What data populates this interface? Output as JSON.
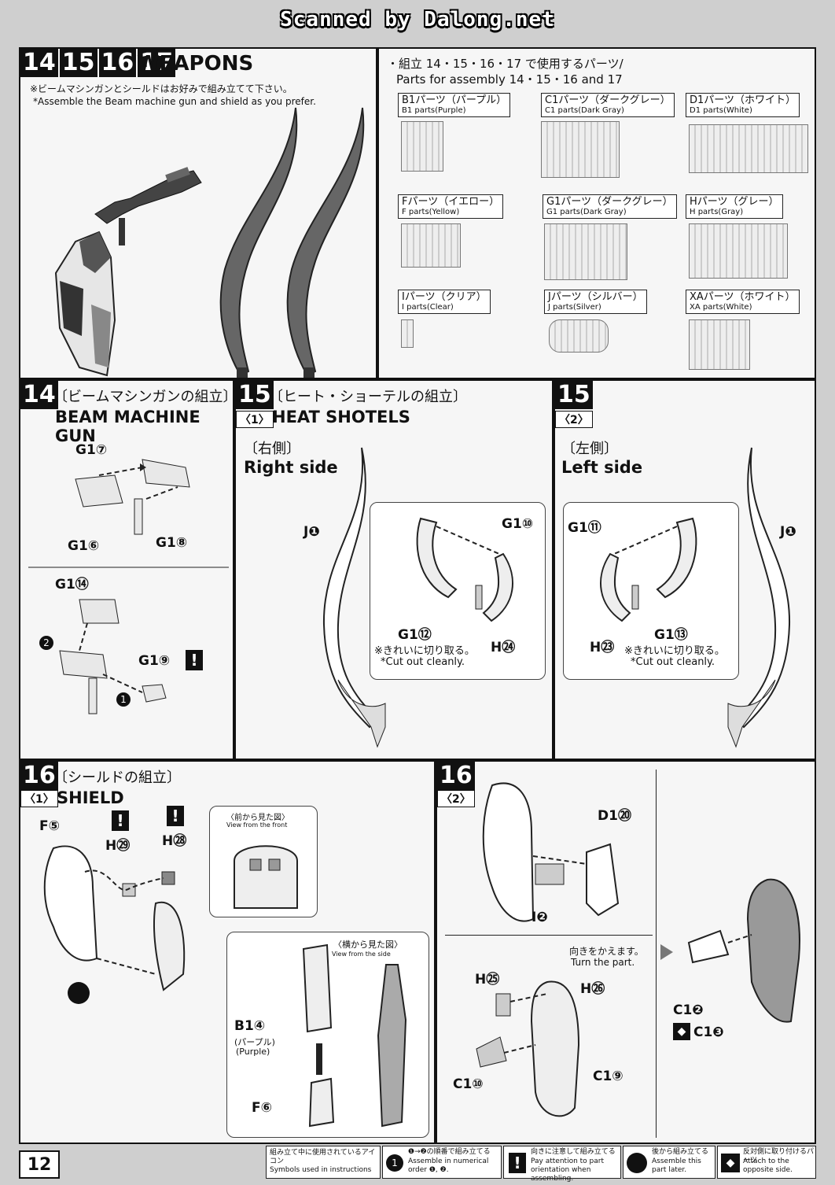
{
  "watermark": "Scanned by Dalong.net",
  "weapons_header": {
    "steps": [
      "14",
      "15",
      "16",
      "17"
    ],
    "title": "WEAPONS",
    "note_jp": "※ビームマシンガンとシールドはお好みで組み立てて下さい。",
    "note_en": "*Assemble the Beam machine gun and shield as you prefer."
  },
  "parts_header": {
    "line1": "・組立 14・15・16・17 で使用するパーツ/",
    "line2": "Parts for assembly 14・15・16 and 17"
  },
  "parts": [
    {
      "jp": "B1パーツ（パープル）",
      "en": "B1 parts(Purple)"
    },
    {
      "jp": "C1パーツ（ダークグレー）",
      "en": "C1 parts(Dark Gray)"
    },
    {
      "jp": "D1パーツ（ホワイト）",
      "en": "D1 parts(White)"
    },
    {
      "jp": "Fパーツ（イエロー）",
      "en": "F parts(Yellow)"
    },
    {
      "jp": "G1パーツ（ダークグレー）",
      "en": "G1 parts(Dark Gray)"
    },
    {
      "jp": "Hパーツ（グレー）",
      "en": "H parts(Gray)"
    },
    {
      "jp": "Iパーツ（クリア）",
      "en": "I parts(Clear)"
    },
    {
      "jp": "Jパーツ（シルバー）",
      "en": "J parts(Silver)"
    },
    {
      "jp": "XAパーツ（ホワイト）",
      "en": "XA parts(White)"
    }
  ],
  "step14": {
    "num": "14",
    "jp": "〔ビームマシンガンの組立〕",
    "en": "BEAM MACHINE GUN",
    "labels": {
      "g1_7": "G1⑦",
      "g1_6": "G1⑥",
      "g1_8": "G1⑧",
      "g1_14": "G1⑭",
      "g1_9": "G1⑨"
    }
  },
  "step15_1": {
    "num": "15",
    "sub": "〈1〉",
    "jp": "〔ヒート・ショーテルの組立〕",
    "en": "HEAT SHOTELS",
    "side_jp": "〔右側〕",
    "side_en": "Right side",
    "labels": {
      "j1": "J❶",
      "g1_10": "G1⑩",
      "g1_12": "G1⑫",
      "h24": "H㉔"
    },
    "cut_jp": "※きれいに切り取る。",
    "cut_en": "*Cut out cleanly."
  },
  "step15_2": {
    "num": "15",
    "sub": "〈2〉",
    "side_jp": "〔左側〕",
    "side_en": "Left side",
    "labels": {
      "j1": "J❶",
      "g1_11": "G1⑪",
      "g1_13": "G1⑬",
      "h23": "H㉓"
    },
    "cut_jp": "※きれいに切り取る。",
    "cut_en": "*Cut out cleanly."
  },
  "step16_1": {
    "num": "16",
    "sub": "〈1〉",
    "jp": "〔シールドの組立〕",
    "en": "SHIELD",
    "labels": {
      "f5": "F⑤",
      "h29": "H㉙",
      "h28": "H㉘",
      "b1_4": "B1④",
      "purple": "(パープル)",
      "purple_en": "(Purple)",
      "f6": "F⑥"
    },
    "front_view_jp": "〈前から見た図〉",
    "front_view_en": "View from the front",
    "side_view_jp": "〈横から見た図〉",
    "side_view_en": "View from the side"
  },
  "step16_2": {
    "num": "16",
    "sub": "〈2〉",
    "labels": {
      "d1_20": "D1⑳",
      "i2": "I❷",
      "h25": "H㉕",
      "h26": "H㉖",
      "c1_10": "C1⑩",
      "c1_9": "C1⑨",
      "c1_2": "C1❷",
      "c1_3": "C1❸"
    },
    "turn_jp": "向きをかえます。",
    "turn_en": "Turn the part."
  },
  "footer": {
    "page": "12",
    "symbols_jp": "組み立て中に使用されているアイコン",
    "symbols_en": "Symbols used in instructions",
    "icon1_jp": "❶→❷の順番で組み立てる",
    "icon1_en": "Assemble in numerical order ❶, ❷.",
    "icon2_jp": "向きに注意して組み立てる",
    "icon2_en": "Pay attention to part orientation when assembling.",
    "icon3_jp": "後から組み立てる",
    "icon3_en": "Assemble this part later.",
    "icon4_jp": "反対側に取り付けるパーツ",
    "icon4_en": "Attach to the opposite side."
  }
}
